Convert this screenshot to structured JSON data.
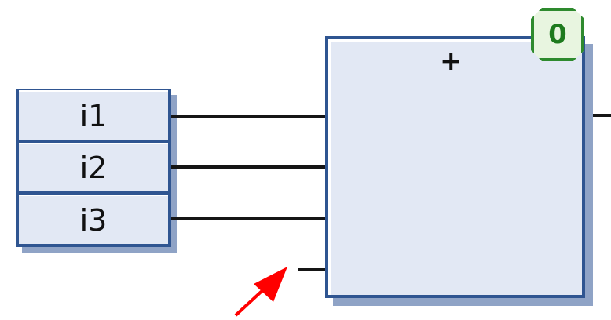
{
  "inputs": [
    {
      "label": "i1"
    },
    {
      "label": "i2"
    },
    {
      "label": "i3"
    }
  ],
  "block": {
    "operator": "+",
    "badge": "0"
  },
  "colors": {
    "block_fill": "#e2e8f4",
    "block_border": "#2f5591",
    "badge_border": "#2e8a2e",
    "arrow": "#ff0000"
  }
}
